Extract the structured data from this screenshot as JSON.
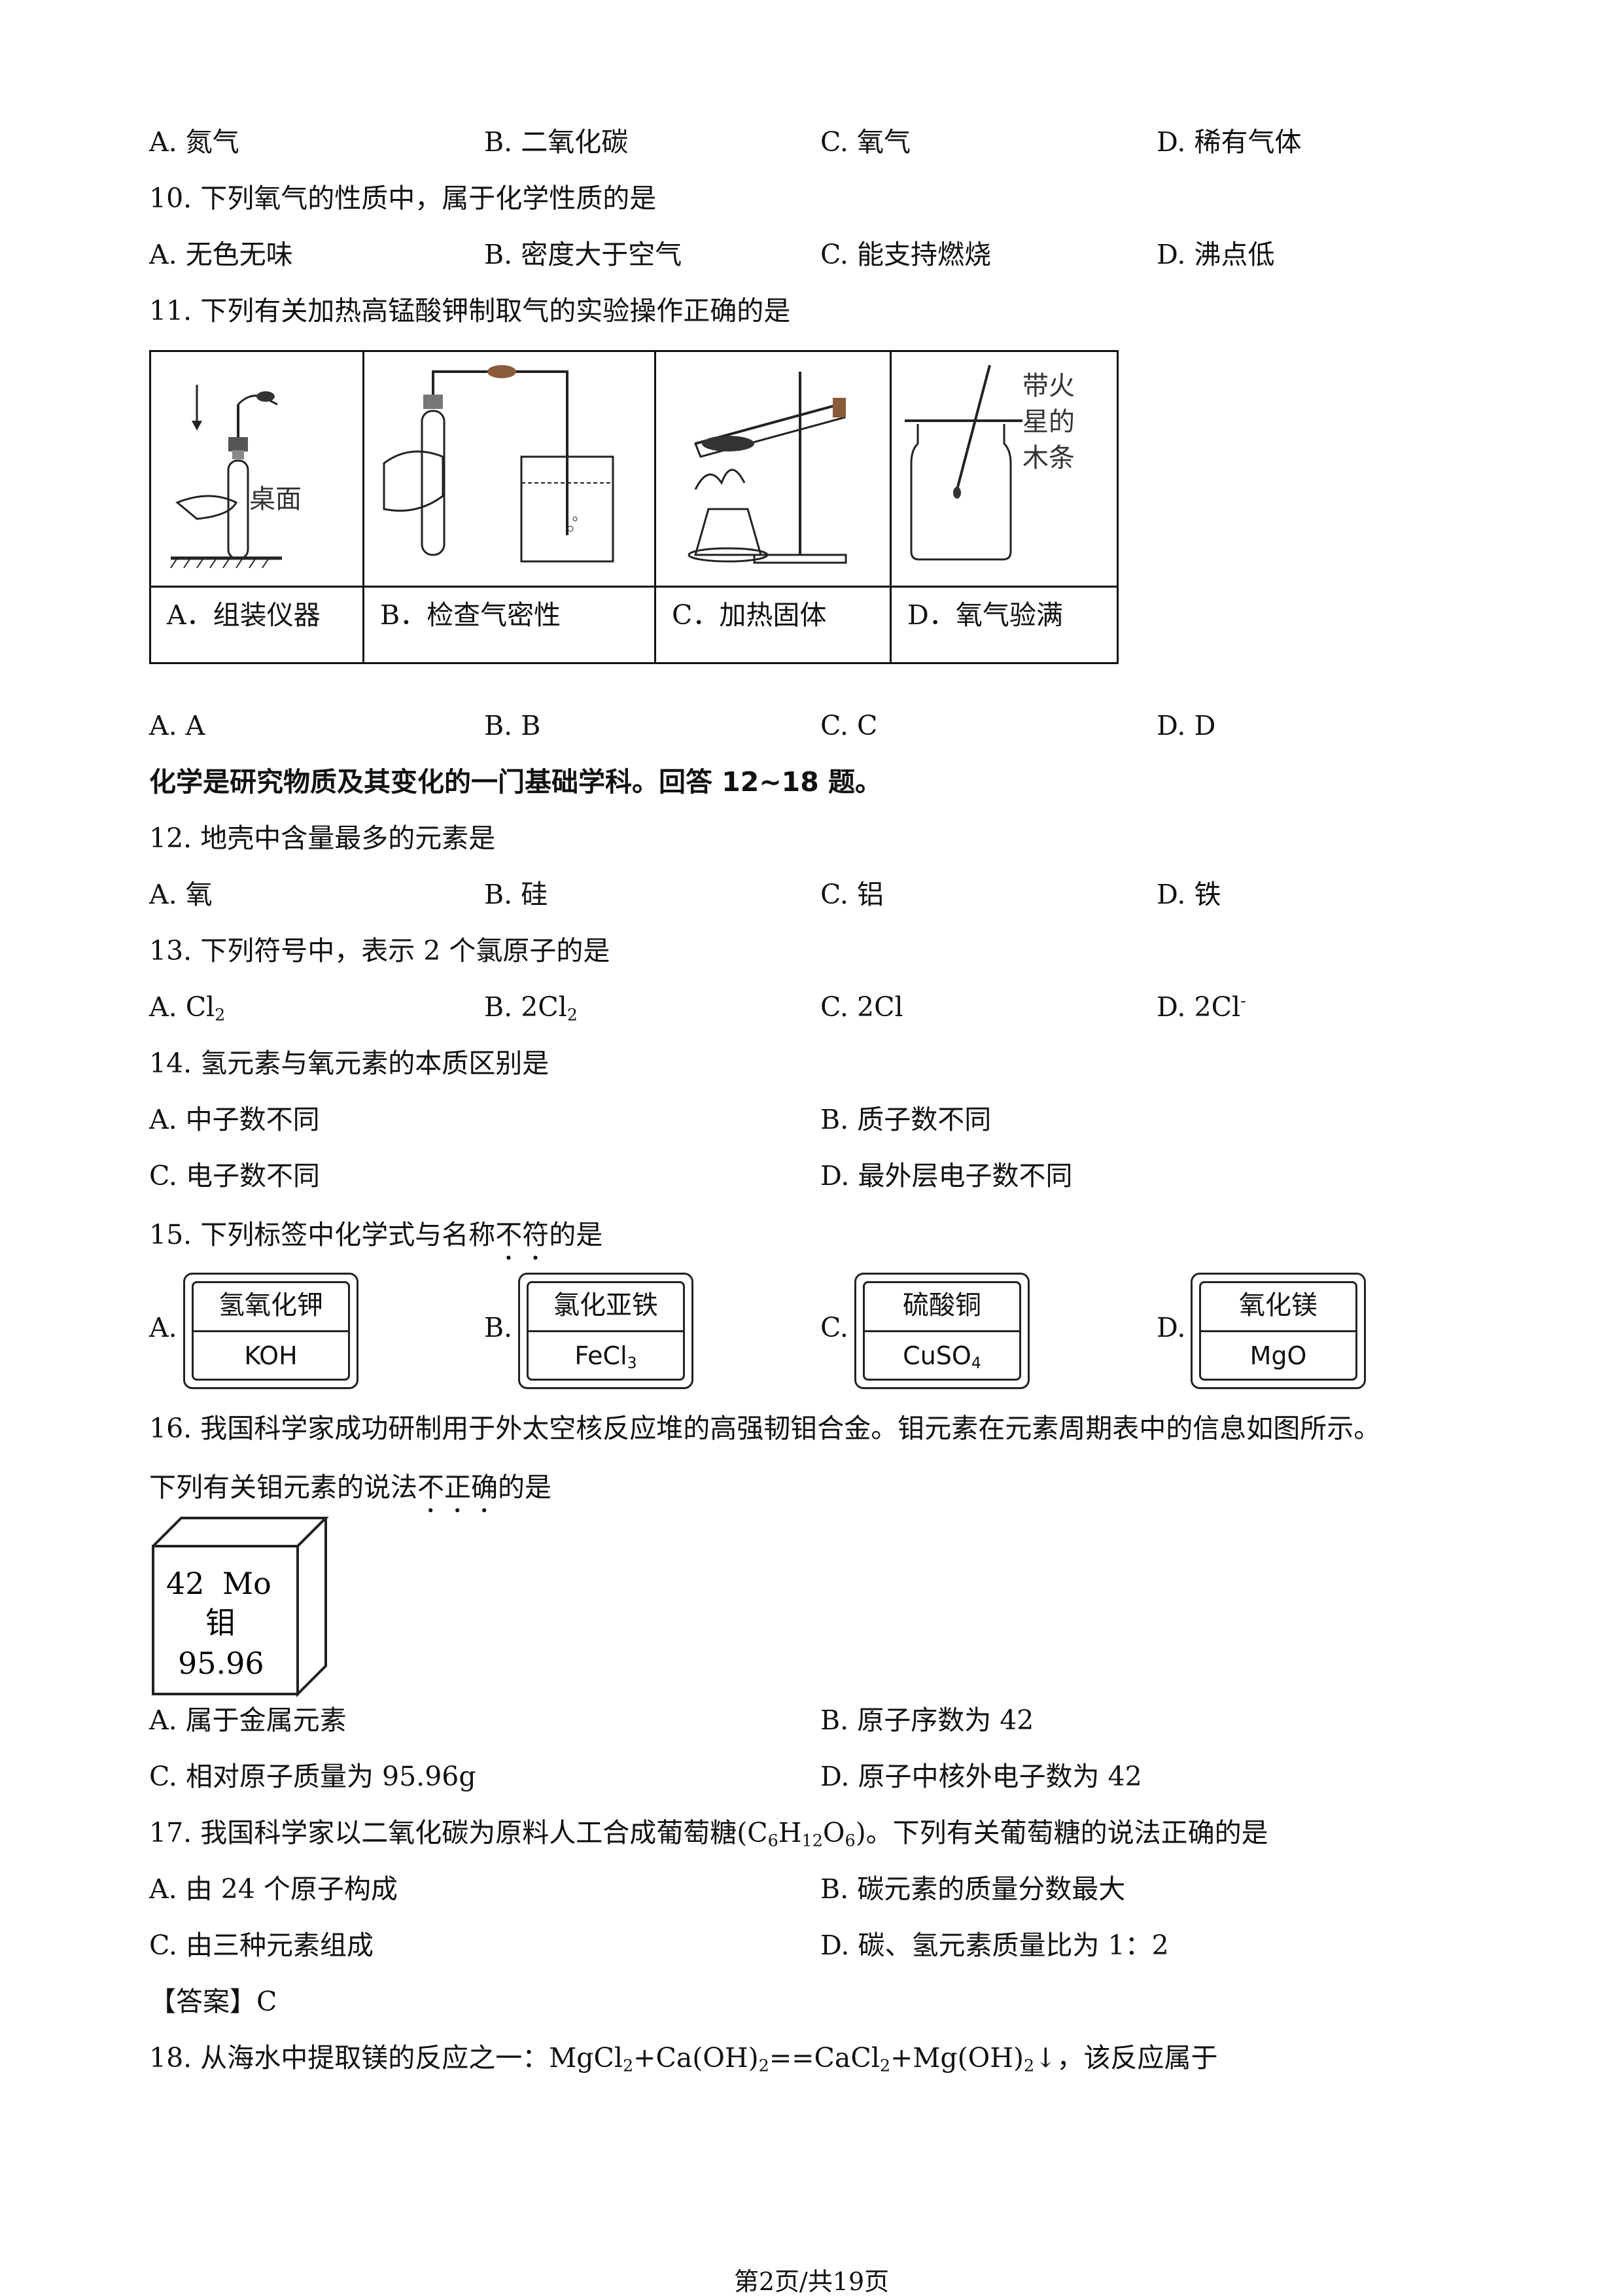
{
  "q9_options": [
    "A. 氮气",
    "B. 二氧化碳",
    "C. 氧气",
    "D. 稀有气体"
  ],
  "q10": {
    "stem": "10. 下列氧气的性质中，属于化学性质的是",
    "options": [
      "A. 无色无味",
      "B. 密度大于空气",
      "C. 能支持燃烧",
      "D. 沸点低"
    ]
  },
  "q11": {
    "stem": "11. 下列有关加热高锰酸钾制取气的实验操作正确的是",
    "captions": [
      "A．组装仪器",
      "B．检查气密性",
      "C．加热固体",
      "D．氧气验满"
    ],
    "fig_text": {
      "desk": "桌面",
      "splint_1": "带火",
      "splint_2": "星的",
      "splint_3": "木条"
    },
    "options": [
      "A. A",
      "B. B",
      "C. C",
      "D. D"
    ]
  },
  "section_intro": "化学是研究物质及其变化的一门基础学科。回答 12~18 题。",
  "q12": {
    "stem": "12. 地壳中含量最多的元素是",
    "options": [
      "A. 氧",
      "B. 硅",
      "C. 铝",
      "D. 铁"
    ]
  },
  "q13": {
    "stem": "13. 下列符号中，表示 2 个氯原子的是",
    "options": [
      {
        "letter": "A. ",
        "main": "Cl",
        "sub": "2",
        "sup": ""
      },
      {
        "letter": "B. ",
        "main": "2Cl",
        "sub": "2",
        "sup": ""
      },
      {
        "letter": "C. ",
        "main": "2Cl",
        "sub": "",
        "sup": ""
      },
      {
        "letter": "D. ",
        "main": "2Cl",
        "sub": "",
        "sup": "-"
      }
    ]
  },
  "q14": {
    "stem": "14. 氢元素与氧元素的本质区别是",
    "options": [
      "A. 中子数不同",
      "B. 质子数不同",
      "C. 电子数不同",
      "D. 最外层电子数不同"
    ]
  },
  "q15": {
    "stem_pre": "15. 下列标签中化学式与名称",
    "stem_emph": "不符",
    "stem_post": "的是",
    "labels": [
      {
        "letter": "A.",
        "name": "氢氧化钾",
        "formula": "KOH",
        "sub": "",
        "tail": ""
      },
      {
        "letter": "B.",
        "name": "氯化亚铁",
        "formula": "FeCl",
        "sub": "3",
        "tail": ""
      },
      {
        "letter": "C.",
        "name": "硫酸铜",
        "formula": "CuSO",
        "sub": "4",
        "tail": ""
      },
      {
        "letter": "D.",
        "name": "氧化镁",
        "formula": "MgO",
        "sub": "",
        "tail": ""
      }
    ]
  },
  "q16": {
    "stem_1": "16. 我国科学家成功研制用于外太空核反应堆的高强韧钼合金。钼元素在元素周期表中的信息如图所示。",
    "stem_2_pre": "下列有关钼元素的说法",
    "stem_2_emph": "不正确",
    "stem_2_post": "的是",
    "cell": {
      "number": "42",
      "symbol": "Mo",
      "name": "钼",
      "mass": "95.96"
    },
    "options": [
      "A. 属于金属元素",
      "B. 原子序数为 42",
      "C. 相对原子质量为 95.96g",
      "D. 原子中核外电子数为 42"
    ]
  },
  "q17": {
    "stem_pre": "17. 我国科学家以二氧化碳为原料人工合成葡萄糖(C",
    "s1": "6",
    "m1": "H",
    "s2": "12",
    "m2": "O",
    "s3": "6",
    "stem_post": ")。下列有关葡萄糖的说法正确的是",
    "options": [
      "A. 由 24 个原子构成",
      "B. 碳元素的质量分数最大",
      "C. 由三种元素组成",
      "D. 碳、氢元素质量比为 1：2"
    ],
    "answer": "【答案】C"
  },
  "q18": {
    "p1": "18. 从海水中提取镁的反应之一：MgCl",
    "s1": "2",
    "p2": "+Ca(OH)",
    "s2": "2",
    "p3": "==CaCl",
    "s3": "2",
    "p4": "+Mg(OH)",
    "s4": "2",
    "p5": "↓，该反应属于"
  },
  "footer": "第2页/共19页"
}
